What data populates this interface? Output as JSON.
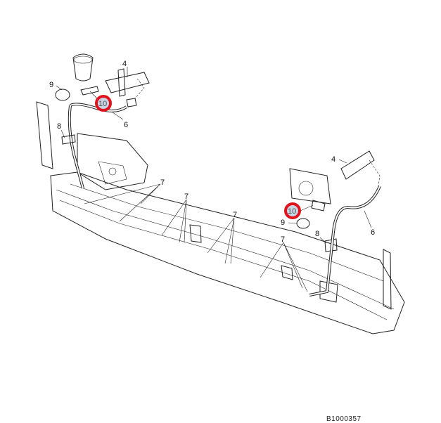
{
  "diagram": {
    "reference_code": "B1000357",
    "callouts": {
      "left_4": "4",
      "left_9": "9",
      "left_10": "10",
      "left_6": "6",
      "left_8": "8",
      "left_7a": "7",
      "left_7b": "7",
      "left_7c": "7",
      "left_7d": "7",
      "right_4": "4",
      "right_10": "10",
      "right_9": "9",
      "right_8": "8",
      "right_6": "6"
    },
    "highlight_color": "#e0141e",
    "highlight_fill": "#c8d3e3"
  }
}
